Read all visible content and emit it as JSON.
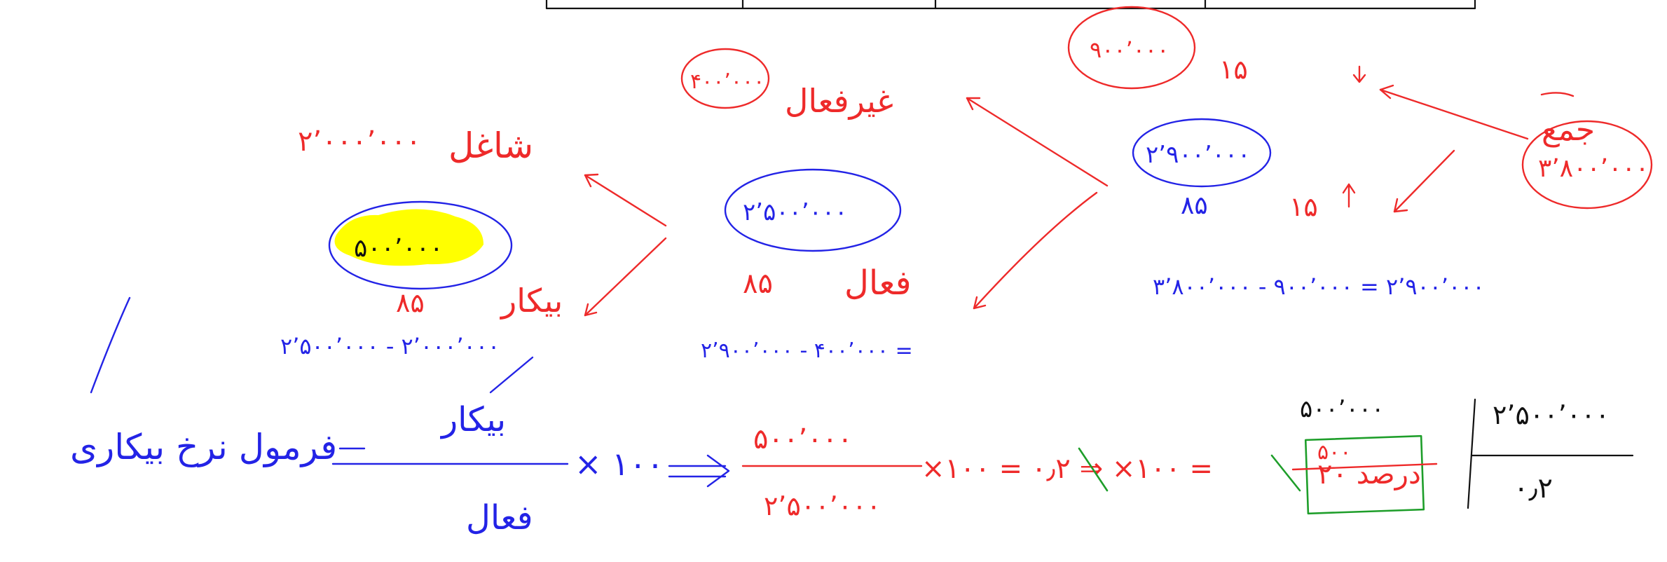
{
  "colors": {
    "red_ink": "#ee2a2a",
    "blue_ink": "#2323e6",
    "green_ink": "#1e9e2a",
    "highlight": "#ffff00",
    "table_line": "#111111"
  },
  "labels": {
    "total": "جمع",
    "total_value": "۳٬۸۰۰٬۰۰۰",
    "inactive_value": "۹۰۰٬۰۰۰",
    "inactive_count": "۱۵",
    "active_value": "۲٬۹۰۰٬۰۰۰",
    "active_count_left": "۸۵",
    "active_count_right": "۱۵",
    "active_subtraction": "۳٬۸۰۰٬۰۰۰ - ۹۰۰٬۰۰۰ = ۲٬۹۰۰٬۰۰۰",
    "non_active_label": "غیرفعال",
    "non_active_value": "۴۰۰٬۰۰۰",
    "active_label": "فعال",
    "active_branch_value": "۲٬۵۰۰٬۰۰۰",
    "active_branch_pct": "۸۵",
    "active_branch_subtraction": "۲٬۹۰۰٬۰۰۰ - ۴۰۰٬۰۰۰ =",
    "employed_label": "شاغل",
    "employed_value": "۲٬۰۰۰٬۰۰۰",
    "unemployed_label": "بیکار",
    "unemployed_value": "۵۰۰٬۰۰۰",
    "unemployed_pct": "۸۵",
    "unemployed_subtraction": "۲٬۵۰۰٬۰۰۰ - ۲٬۰۰۰٬۰۰۰",
    "formula_title": "فرمول نرخ بیکاری",
    "formula_numerator": "بیکار",
    "formula_denominator": "فعال",
    "formula_multiplier": "× ۱۰۰",
    "calc_numerator": "۵۰۰٬۰۰۰",
    "calc_denominator": "۲٬۵۰۰٬۰۰۰",
    "calc_step": "×۱۰۰ = ۰٫۲ ⇒ ×۱۰۰ =",
    "result": "۲۰ درصد",
    "division_dividend": "۵۰۰٬۰۰۰",
    "division_divisor": "۲٬۵۰۰٬۰۰۰",
    "division_quotient": "۰٫۲",
    "division_remainder": "۵۰۰"
  }
}
